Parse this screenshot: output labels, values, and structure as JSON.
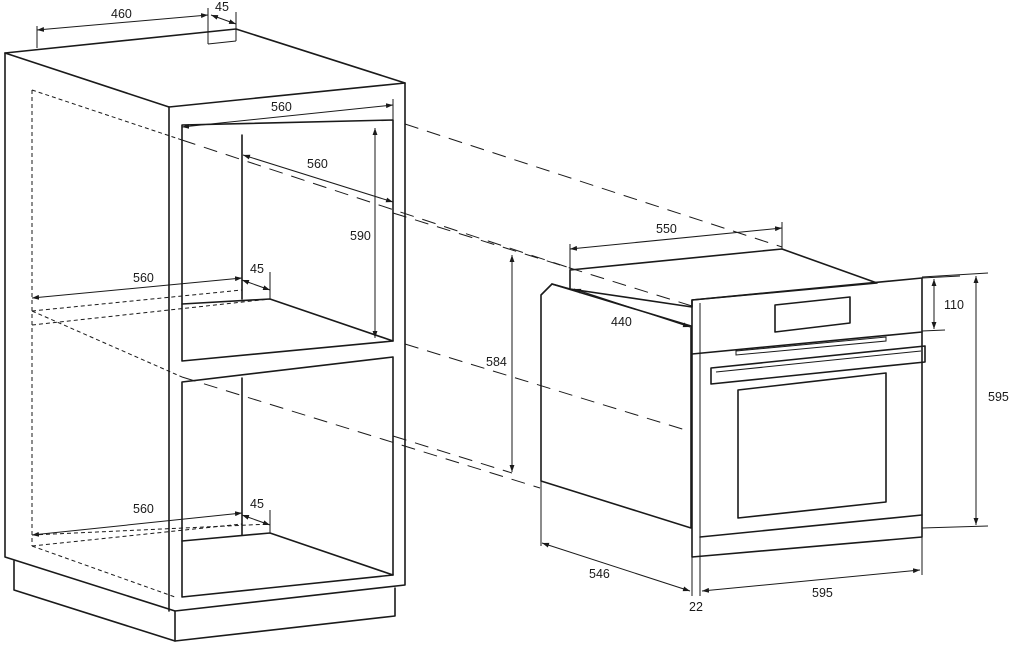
{
  "cabinet": {
    "top_depth": "460",
    "top_gap": "45",
    "upper_width": "560",
    "upper_depth": "560",
    "upper_height": "590",
    "middle_shelf_width": "560",
    "middle_shelf_gap": "45",
    "bottom_width": "560",
    "bottom_gap": "45"
  },
  "oven": {
    "top_width": "550",
    "side_depth": "440",
    "body_height": "584",
    "panel_height": "110",
    "total_height": "595",
    "body_depth": "546",
    "front_thickness": "22",
    "front_width": "595"
  }
}
